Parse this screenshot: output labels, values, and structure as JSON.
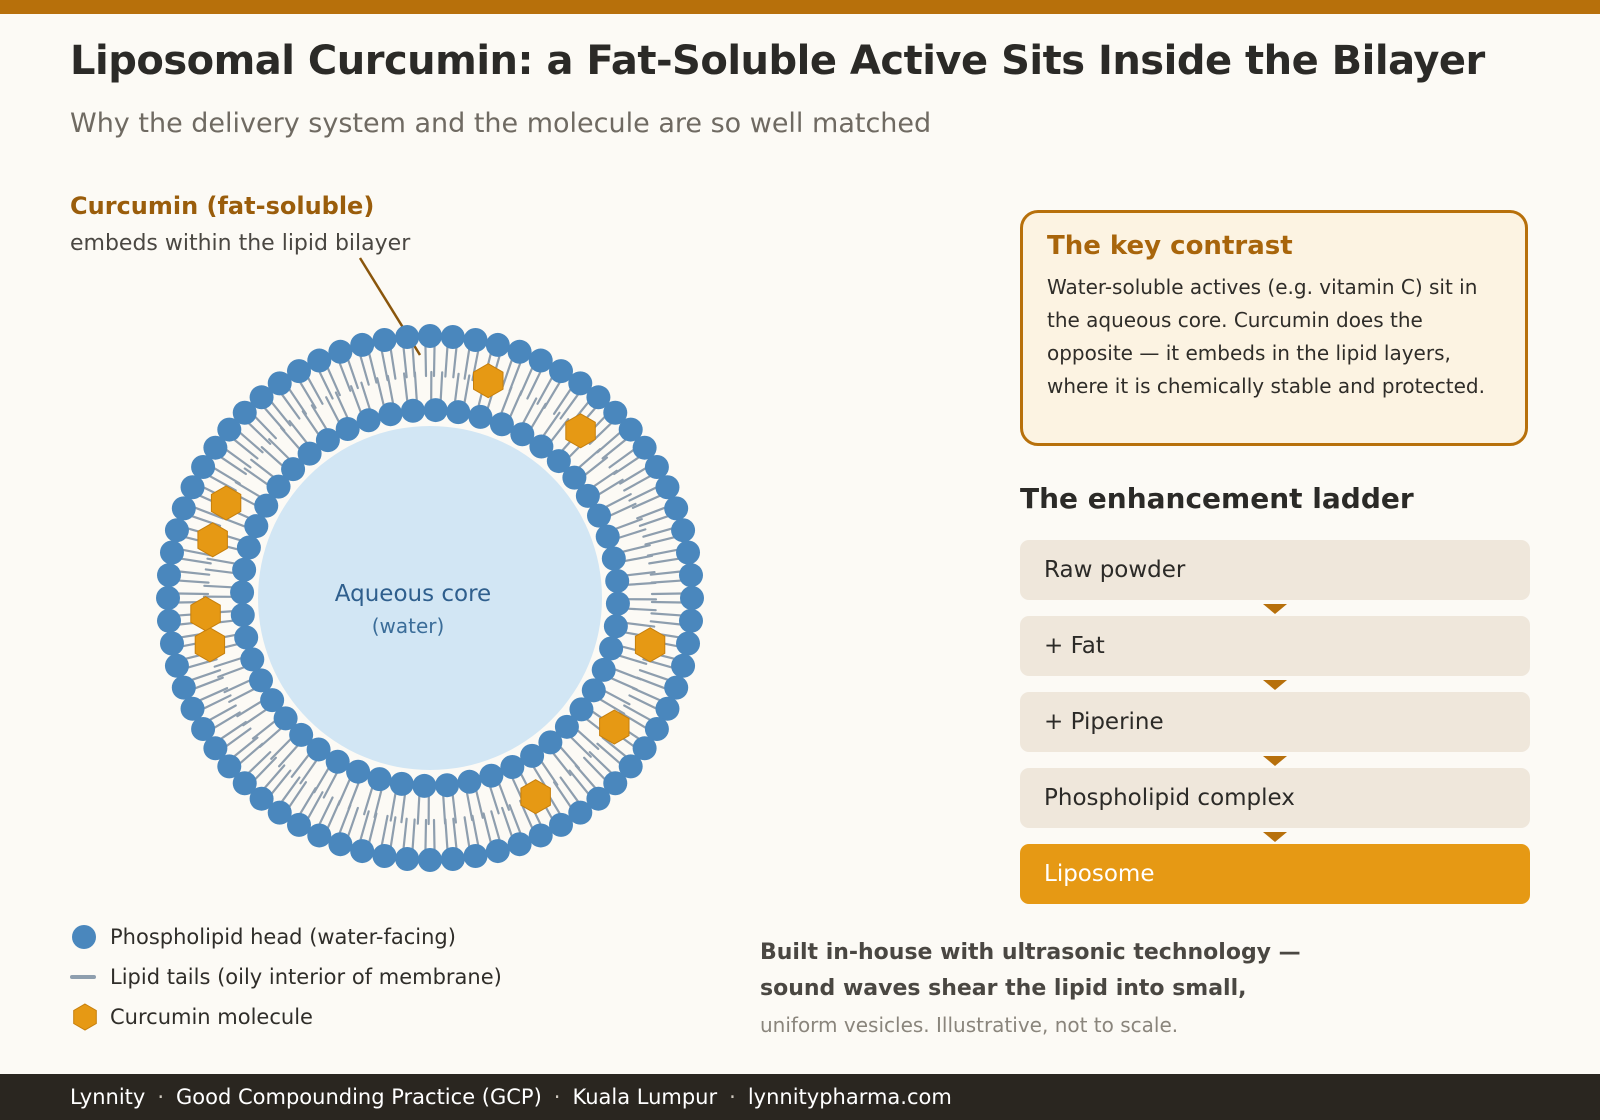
{
  "header": {
    "title": "Liposomal Curcumin: a Fat-Soluble Active Sits Inside the Bilayer",
    "subtitle": "Why the delivery system and the molecule are so well matched"
  },
  "callout": {
    "title": "Curcumin (fat-soluble)",
    "subtitle": "embeds within the lipid bilayer"
  },
  "diagram": {
    "core_label": "Aqueous core",
    "core_sublabel": "(water)",
    "colors": {
      "head": "#4a87bd",
      "tail": "#8e9eae",
      "curcumin": "#e69914",
      "core": "#d2e6f4",
      "accent": "#b7700b"
    },
    "curcumin_angles_deg": [
      -75,
      -48,
      168,
      176,
      195,
      205,
      12,
      35,
      62
    ]
  },
  "key_contrast": {
    "title": "The key contrast",
    "body": "Water-soluble actives (e.g. vitamin C) sit in the aqueous core. Curcumin does the opposite — it embeds in the lipid layers, where it is chemically stable and protected."
  },
  "ladder": {
    "heading": "The enhancement ladder",
    "steps": [
      "Raw powder",
      "+ Fat",
      "+ Piperine",
      "Phospholipid complex",
      "Liposome"
    ],
    "highlight_index": 4
  },
  "legend": {
    "items": [
      {
        "label": "Phospholipid head (water-facing)",
        "icon": "circle"
      },
      {
        "label": "Lipid tails (oily interior of membrane)",
        "icon": "line"
      },
      {
        "label": "Curcumin molecule",
        "icon": "hexagon"
      }
    ]
  },
  "note": {
    "line1": "Built in-house with ultrasonic technology —",
    "line2": "sound waves shear the lipid into small,",
    "line3": "uniform vesicles.  Illustrative, not to scale."
  },
  "footer": {
    "items": [
      "Lynnity",
      "Good Compounding Practice (GCP)",
      "Kuala Lumpur",
      "lynnitypharma.com"
    ]
  }
}
